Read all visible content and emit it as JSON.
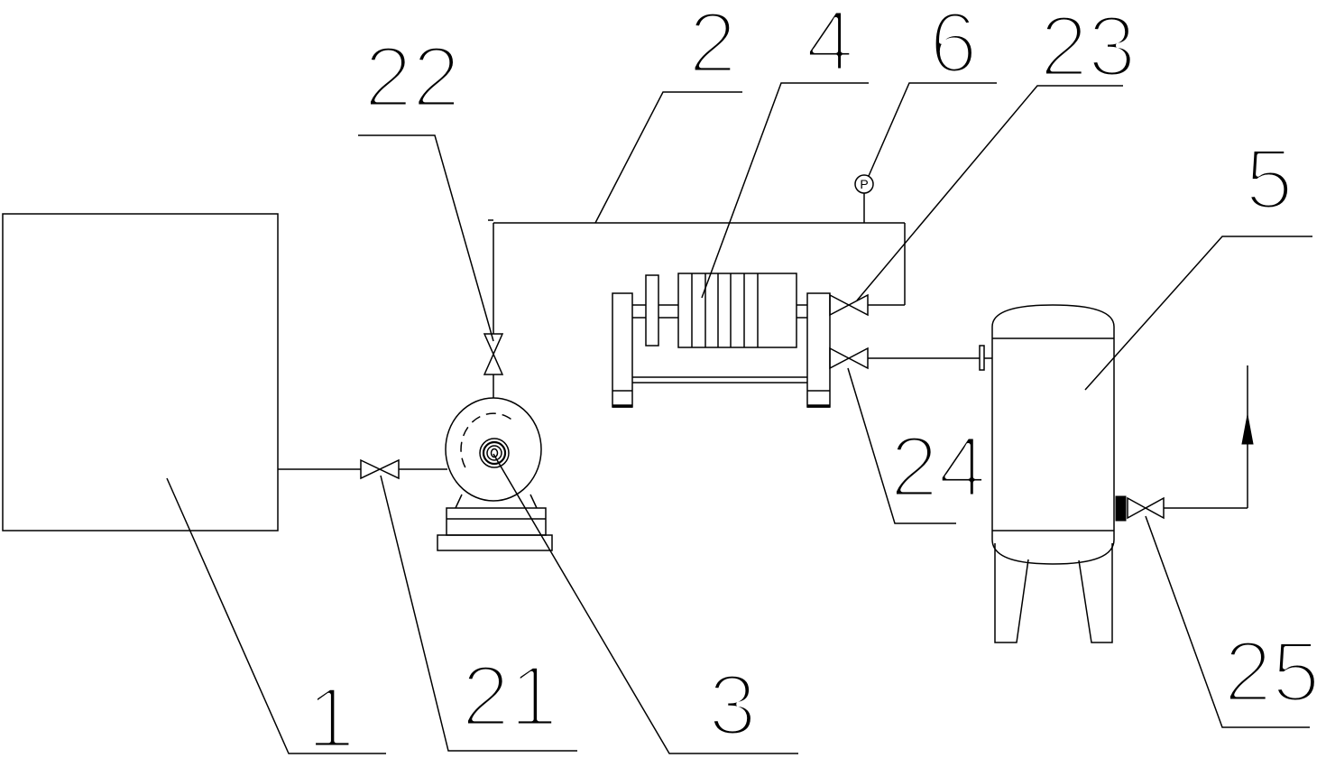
{
  "callouts": {
    "n1": "1",
    "n2": "2",
    "n3": "3",
    "n4": "4",
    "n5": "5",
    "n6": "6",
    "n21": "21",
    "n22": "22",
    "n23": "23",
    "n24": "24",
    "n25": "25"
  },
  "gauge": {
    "symbol": "P"
  },
  "colors": {
    "line": "#000000",
    "background": "#ffffff"
  }
}
